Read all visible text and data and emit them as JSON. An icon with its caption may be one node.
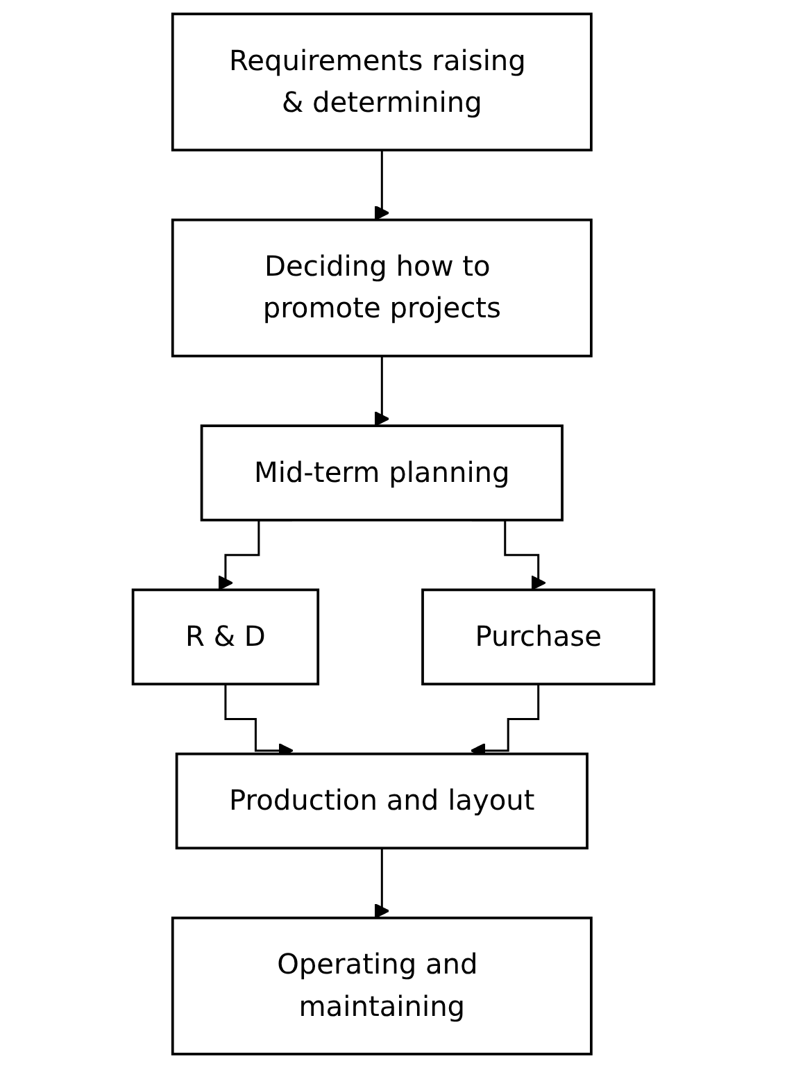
{
  "diagram": {
    "nodes": [
      {
        "text": [
          "Requirements raising & determining"
        ]
      },
      {
        "text": [
          "Deciding how to promote projects"
        ]
      },
      {
        "text": [
          "Mid-term planning"
        ]
      },
      {
        "text": [
          "R & D"
        ]
      },
      {
        "text": [
          "Purchase"
        ]
      },
      {
        "text": [
          "Production and layout"
        ]
      },
      {
        "text": [
          "Operating and maintaining"
        ]
      }
    ],
    "edges": [
      {
        "from": 0,
        "to": 1,
        "arrow": "to"
      },
      {
        "from": 1,
        "to": 2,
        "arrow": "to"
      },
      {
        "from": 2,
        "to": 3,
        "arrow": "to"
      },
      {
        "from": 2,
        "to": 4,
        "arrow": "to"
      },
      {
        "from": 3,
        "to": 5,
        "arrow": "to"
      },
      {
        "from": 4,
        "to": 5,
        "arrow": "to"
      },
      {
        "from": 5,
        "to": 6,
        "arrow": "to"
      }
    ]
  }
}
